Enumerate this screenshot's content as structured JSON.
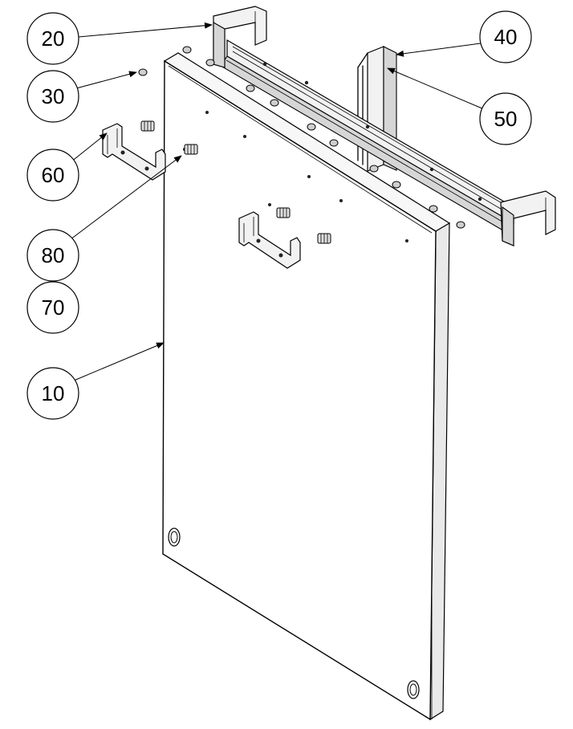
{
  "diagram": {
    "type": "exploded-assembly-drawing",
    "callouts": [
      {
        "id": "c20",
        "label": "20"
      },
      {
        "id": "c30",
        "label": "30"
      },
      {
        "id": "c60",
        "label": "60"
      },
      {
        "id": "c80",
        "label": "80"
      },
      {
        "id": "c70",
        "label": "70"
      },
      {
        "id": "c10",
        "label": "10"
      },
      {
        "id": "c40",
        "label": "40"
      },
      {
        "id": "c50",
        "label": "50"
      }
    ]
  }
}
